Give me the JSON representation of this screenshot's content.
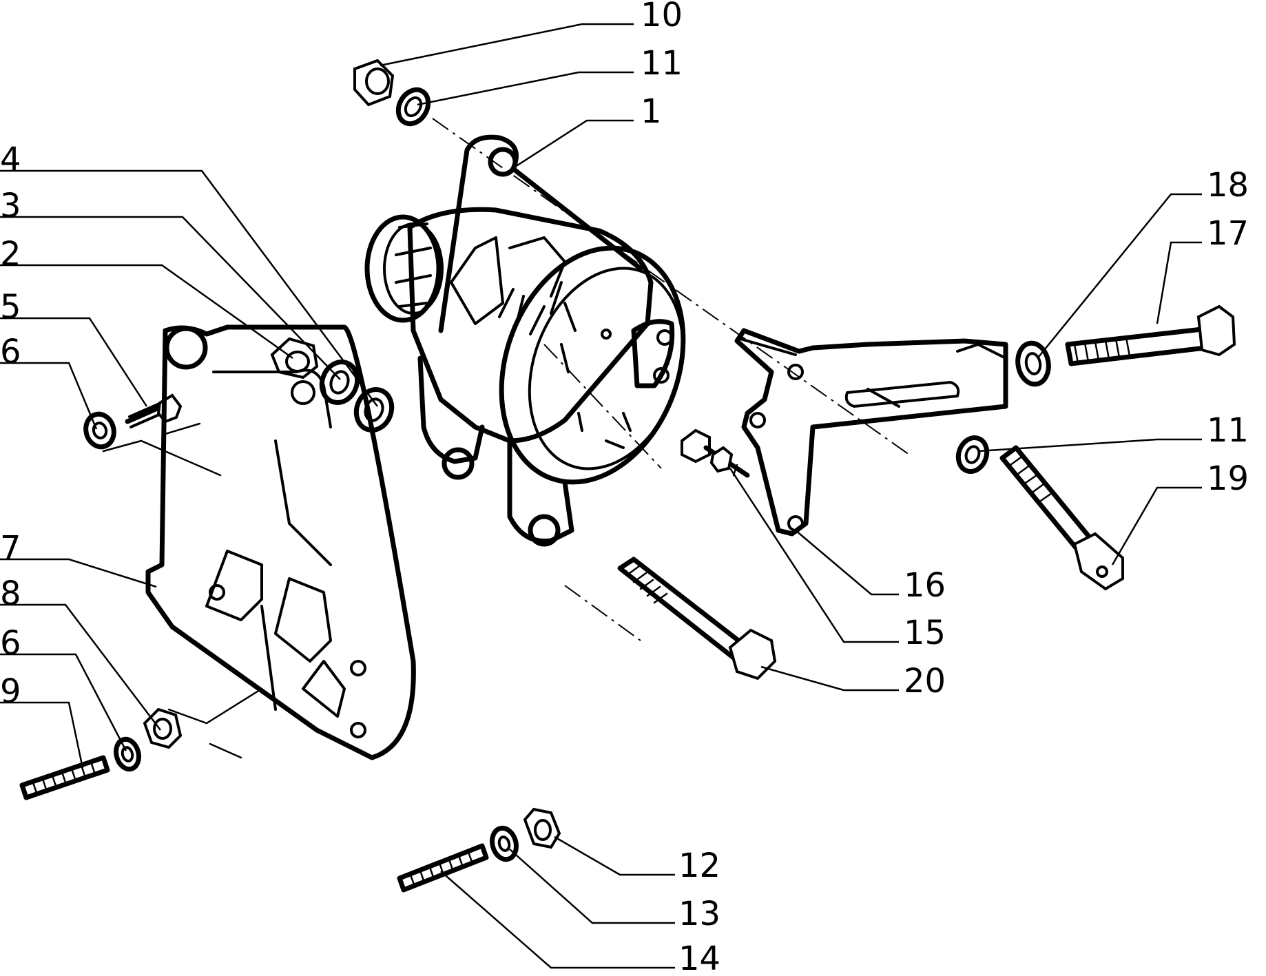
{
  "callouts": [
    {
      "id": "c10a",
      "label": "10"
    },
    {
      "id": "c11a",
      "label": "11"
    },
    {
      "id": "c1",
      "label": "1"
    },
    {
      "id": "c4",
      "label": "4"
    },
    {
      "id": "c3",
      "label": "3"
    },
    {
      "id": "c2",
      "label": "2"
    },
    {
      "id": "c5",
      "label": "5"
    },
    {
      "id": "c6a",
      "label": "6"
    },
    {
      "id": "c7",
      "label": "7"
    },
    {
      "id": "c8",
      "label": "8"
    },
    {
      "id": "c6b",
      "label": "6"
    },
    {
      "id": "c9",
      "label": "9"
    },
    {
      "id": "c18",
      "label": "18"
    },
    {
      "id": "c17",
      "label": "17"
    },
    {
      "id": "c11b",
      "label": "11"
    },
    {
      "id": "c19",
      "label": "19"
    },
    {
      "id": "c16",
      "label": "16"
    },
    {
      "id": "c15",
      "label": "15"
    },
    {
      "id": "c20",
      "label": "20"
    },
    {
      "id": "c12",
      "label": "12"
    },
    {
      "id": "c13",
      "label": "13"
    },
    {
      "id": "c14",
      "label": "14"
    }
  ]
}
